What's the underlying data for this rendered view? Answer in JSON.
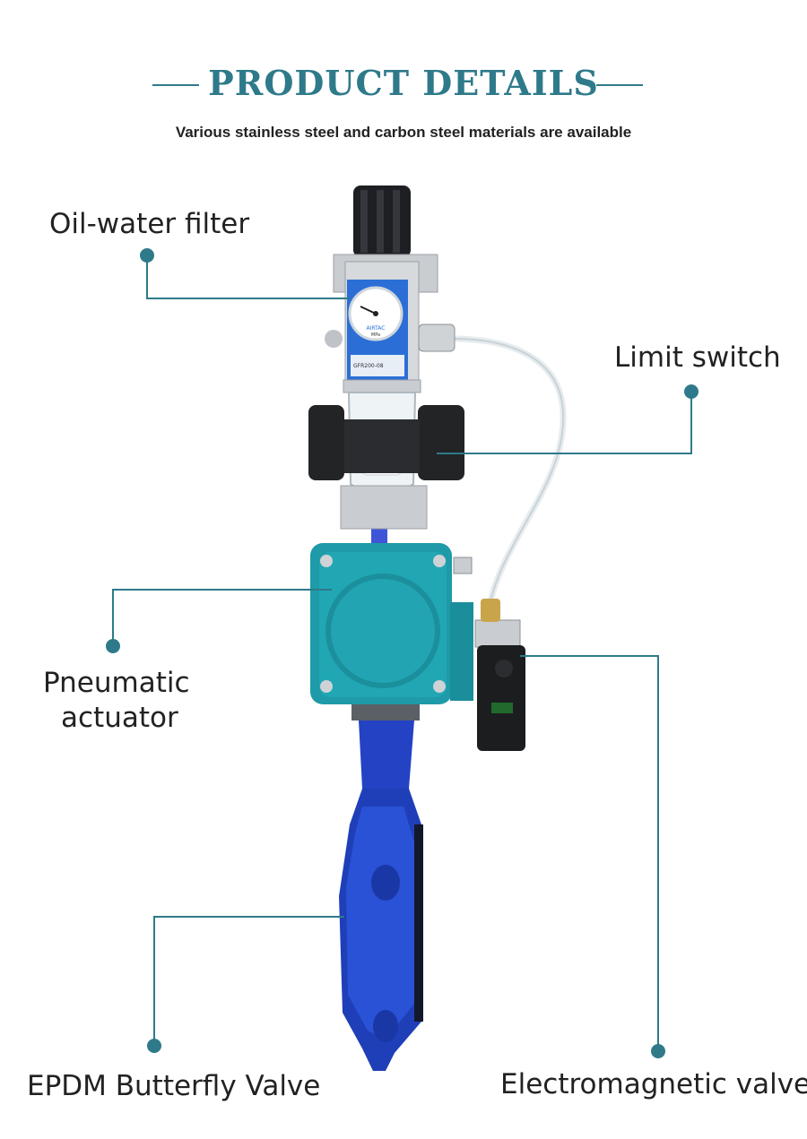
{
  "header": {
    "title": "PRODUCT DETAILS",
    "subtitle": "Various stainless steel and carbon steel materials are available"
  },
  "callouts": {
    "oil_water_filter": "Oil-water filter",
    "limit_switch": "Limit switch",
    "pneumatic_actuator_line1": "Pneumatic",
    "pneumatic_actuator_line2": "actuator",
    "butterfly_valve": "EPDM Butterfly Valve",
    "electromagnetic_valve": "Electromagnetic valve"
  },
  "gauge": {
    "brand": "AIRTAC",
    "unit": "MPa",
    "model": "GFR200-08"
  },
  "colors": {
    "accent": "#2e7a8a",
    "actuator": "#1e9aa8",
    "valve_body": "#1f3fb8",
    "text": "#222222"
  }
}
